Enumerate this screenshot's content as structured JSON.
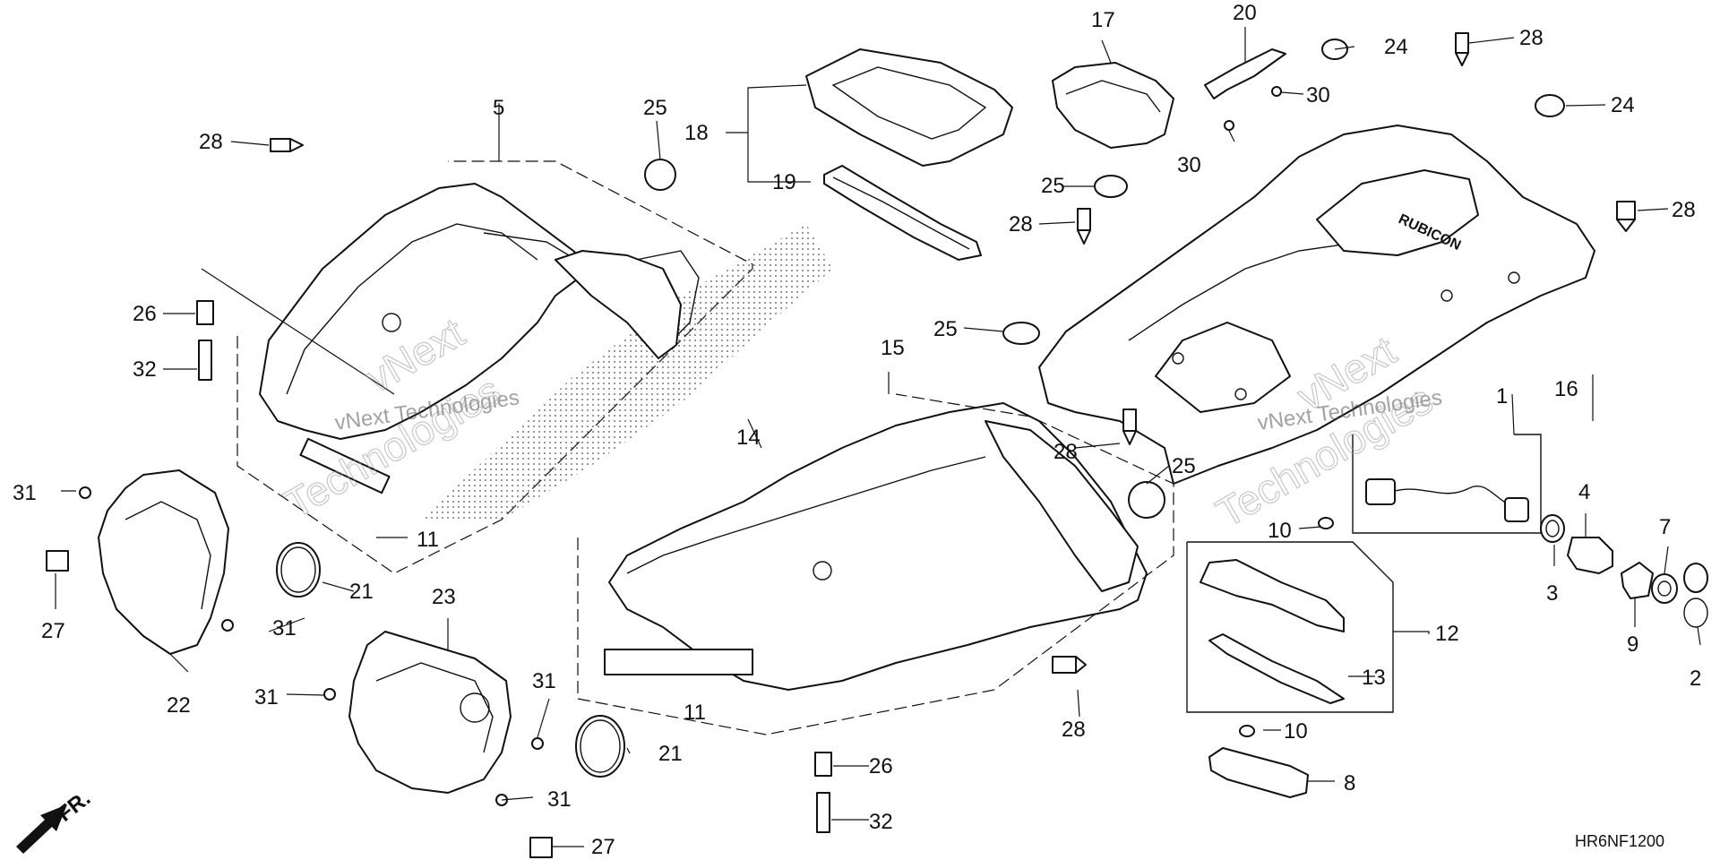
{
  "diagram": {
    "code": "HR6NF1200",
    "direction_label": "FR.",
    "watermark": {
      "line1": "vNext Technologies",
      "line2": "vNext",
      "line3": "Technologies"
    },
    "callouts": {
      "c1": "1",
      "c2": "2",
      "c3": "3",
      "c4": "4",
      "c5": "5",
      "c7": "7",
      "c8": "8",
      "c9": "9",
      "c10a": "10",
      "c10b": "10",
      "c11a": "11",
      "c11b": "11",
      "c12": "12",
      "c13": "13",
      "c14": "14",
      "c15": "15",
      "c16": "16",
      "c17": "17",
      "c18": "18",
      "c19": "19",
      "c20": "20",
      "c21a": "21",
      "c21b": "21",
      "c22": "22",
      "c23": "23",
      "c24a": "24",
      "c24b": "24",
      "c25a": "25",
      "c25b": "25",
      "c25c": "25",
      "c25d": "25",
      "c26a": "26",
      "c26b": "26",
      "c27a": "27",
      "c27b": "27",
      "c28a": "28",
      "c28b": "28",
      "c28c": "28",
      "c28d": "28",
      "c28e": "28",
      "c28f": "28",
      "c30a": "30",
      "c30b": "30",
      "c31a": "31",
      "c31b": "31",
      "c31c": "31",
      "c31d": "31",
      "c31e": "31",
      "c32a": "32",
      "c32b": "32"
    },
    "emblem_text": "RUBICON"
  }
}
